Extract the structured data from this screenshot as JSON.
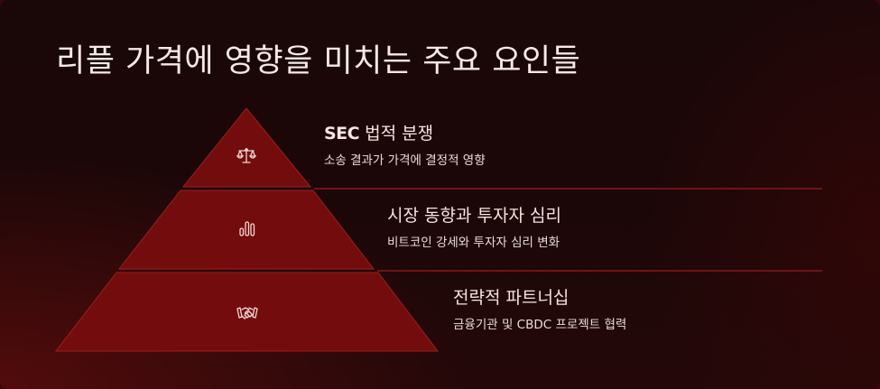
{
  "title": "리플 가격에 영향을 미치는 주요 요인들",
  "colors": {
    "background": "#1c0708",
    "tier_fill": "#730c0c",
    "tier_edge": "#9a2020",
    "divider": "#6e1414",
    "text": "#f6e9e6"
  },
  "pyramid": {
    "tiers": [
      {
        "level": 1,
        "icon": "scales-icon",
        "title_prefix": "SEC",
        "title_rest": " 법적 분쟁",
        "subtitle": "소송 결과가 가격에 결정적 영향"
      },
      {
        "level": 2,
        "icon": "bar-chart-icon",
        "title": "시장 동향과 투자자 심리",
        "subtitle": "비트코인 강세와 투자자 심리 변화"
      },
      {
        "level": 3,
        "icon": "handshake-icon",
        "title": "전략적 파트너십",
        "subtitle": "금융기관 및 CBDC 프로젝트 협력"
      }
    ]
  }
}
